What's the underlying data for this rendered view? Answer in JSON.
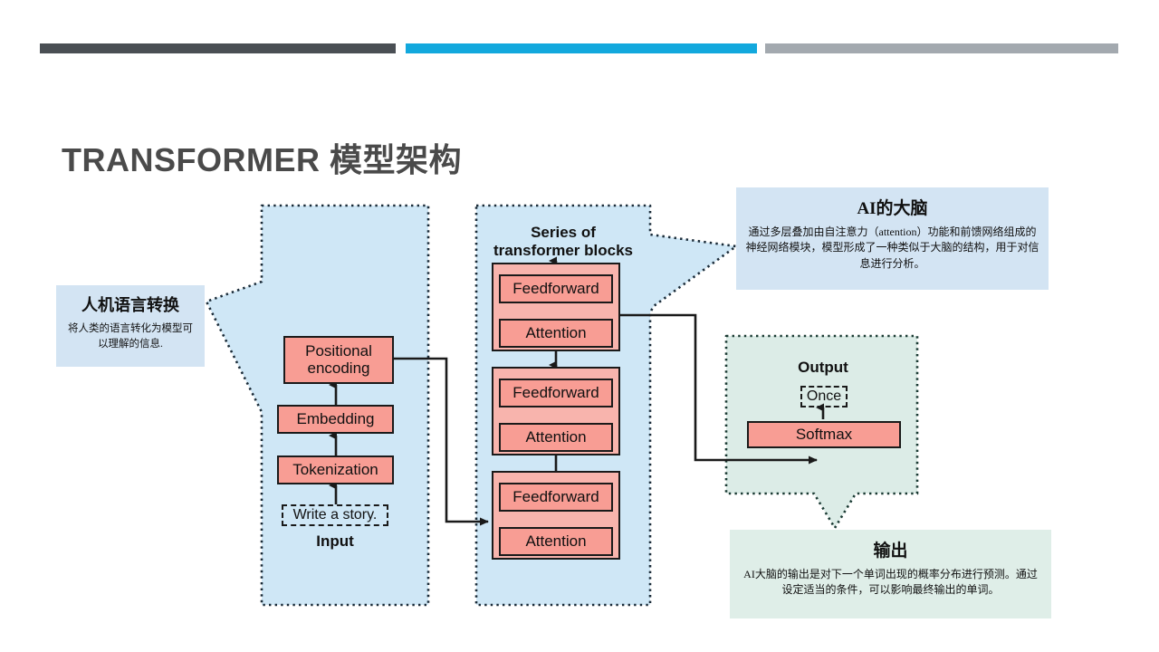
{
  "slide": {
    "title": "TRANSFORMER 模型架构"
  },
  "decor_bars": {
    "dark_color": "#4a4f54",
    "cyan_color": "#12a8dd",
    "gray_color": "#a3a9af"
  },
  "palette": {
    "panel_blue": "#cfe7f6",
    "panel_green": "#dcece7",
    "box_pink": "#f89d94",
    "box_pink_light": "#f8b4ad",
    "note_blue": "#d3e4f3",
    "note_green": "#dfeee8",
    "stroke": "#1a1a1a"
  },
  "input_column": {
    "heading": "Input",
    "prompt": "Write a story.",
    "steps": [
      {
        "label": "Tokenization"
      },
      {
        "label": "Embedding"
      },
      {
        "label": "Positional\nencoding"
      }
    ]
  },
  "transformer_column": {
    "heading_line1": "Series of",
    "heading_line2": "transformer blocks",
    "blocks": [
      {
        "top": "Feedforward",
        "bottom": "Attention"
      },
      {
        "top": "Feedforward",
        "bottom": "Attention"
      },
      {
        "top": "Feedforward",
        "bottom": "Attention"
      }
    ]
  },
  "output_column": {
    "heading": "Output",
    "result": "Once",
    "softmax": "Softmax"
  },
  "callouts": [
    {
      "id": "human-machine-language",
      "title": "人机语言转换",
      "body": "将人类的语言转化为模型可以理解的信息."
    },
    {
      "id": "ai-brain",
      "title": "AI的大脑",
      "body": "通过多层叠加由自注意力（attention）功能和前馈网络组成的神经网络模块，模型形成了一种类似于大脑的结构，用于对信息进行分析。"
    },
    {
      "id": "output-note",
      "title": "输出",
      "body": "AI大脑的输出是对下一个单词出现的概率分布进行预测。通过设定适当的条件，可以影响最终输出的单词。"
    }
  ]
}
